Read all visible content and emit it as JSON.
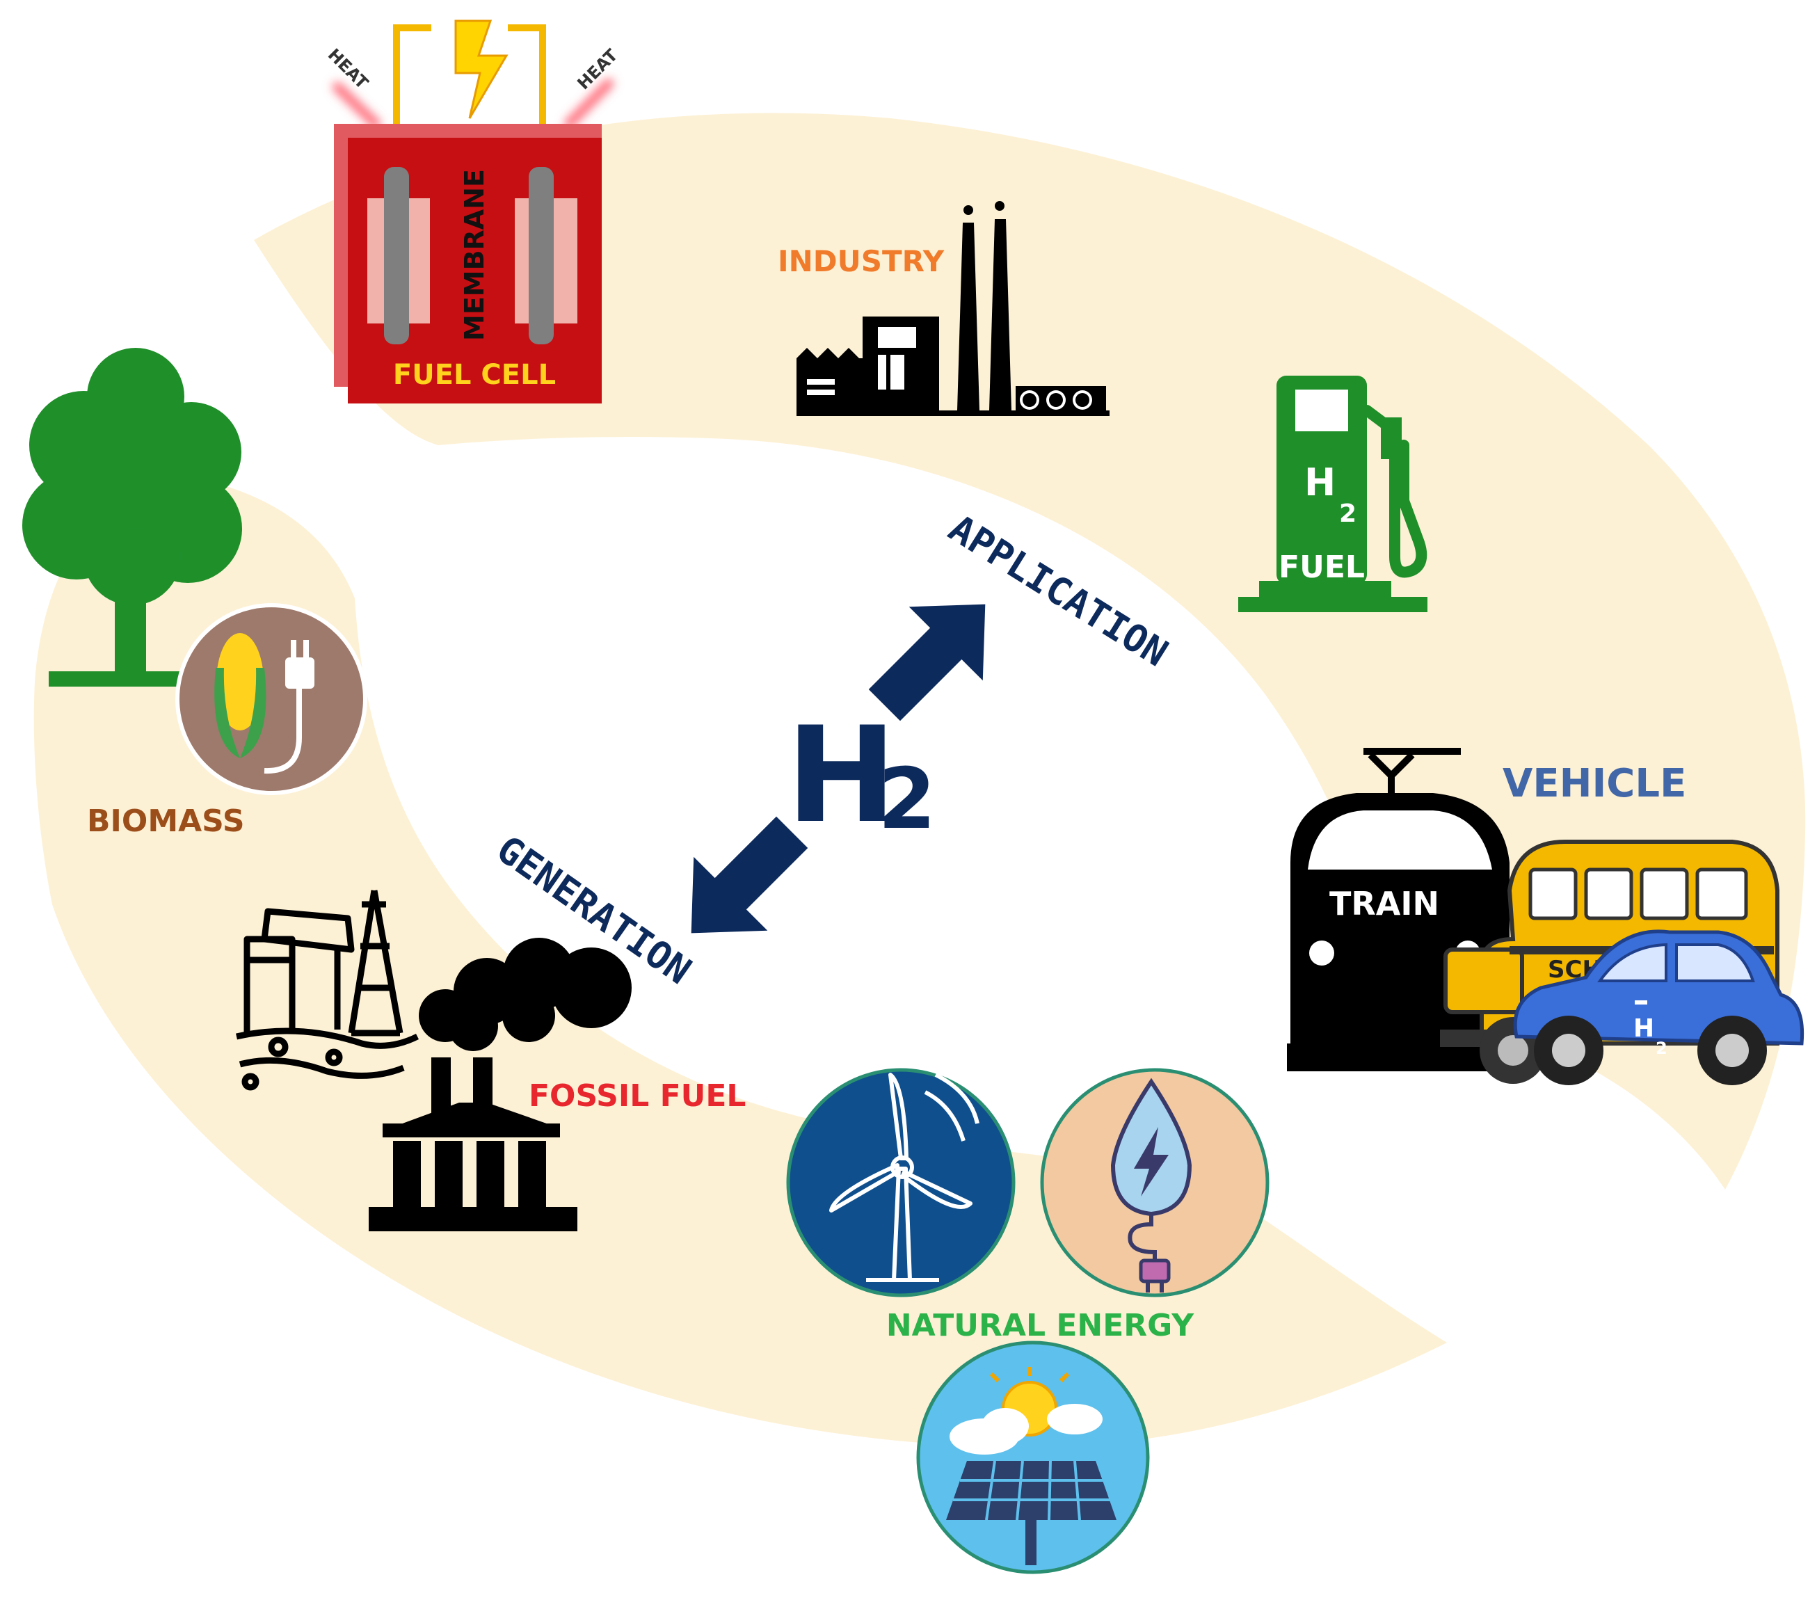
{
  "center": {
    "h": "H",
    "sub": "2"
  },
  "flows": {
    "application": "APPLICATION",
    "generation": "GENERATION"
  },
  "labels": {
    "industry": "INDUSTRY",
    "vehicle": "VEHICLE",
    "train": "TRAIN",
    "biomass": "BIOMASS",
    "fossil_fuel": "FOSSIL FUEL",
    "natural_energy": "NATURAL ENERGY"
  },
  "fuel_cell": {
    "title": "FUEL CELL",
    "membrane": "MEMBRANE",
    "heat_left": "HEAT",
    "heat_right": "HEAT"
  },
  "fuel_pump": {
    "h": "H",
    "sub": "2",
    "fuel": "FUEL"
  },
  "bus": {
    "text": "SCH"
  },
  "car": {
    "h": "H",
    "sub": "2"
  },
  "colors": {
    "band": "#fdf1d5",
    "navy": "#0d2a5c",
    "industry": "#f07b2b",
    "vehicle": "#4267a8",
    "biomass": "#9c4e1a",
    "fossil": "#e8262e",
    "natural": "#2bb34a",
    "fuel_cell_red": "#c50f12",
    "fuel_cell_text": "#ffd21e",
    "green": "#1f8f2a",
    "bus_yellow": "#f5b800",
    "car_blue": "#3a6ed8"
  },
  "icons": [
    "fuel-cell-icon",
    "lightning-icon",
    "factory-icon",
    "fuel-pump-icon",
    "tree-icon",
    "corn-plug-icon",
    "oil-rig-icon",
    "smoke-factory-icon",
    "train-icon",
    "school-bus-icon",
    "car-icon",
    "wind-turbine-icon",
    "water-drop-energy-icon",
    "solar-panel-icon"
  ]
}
